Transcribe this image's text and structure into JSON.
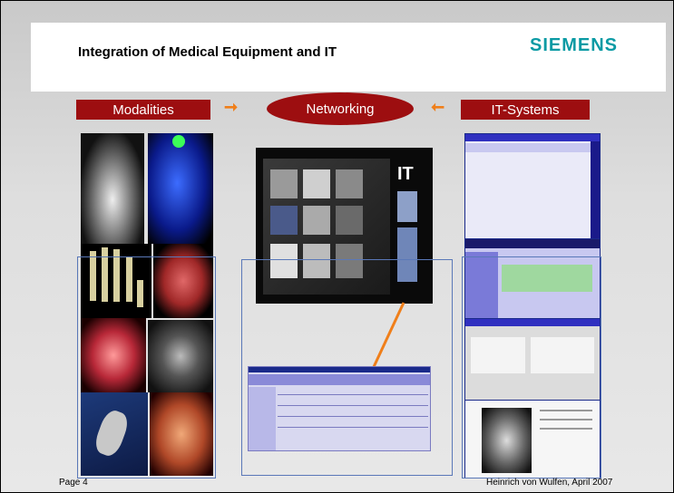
{
  "slide": {
    "title": "Integration of Medical Equipment and IT",
    "logo": "SIEMENS",
    "boxes": {
      "left": "Modalities",
      "center": "Networking",
      "right": "IT-Systems"
    },
    "it_label": "IT",
    "footer": {
      "page": "Page 4",
      "author": "Heinrich von Wulfen,  April 2007"
    },
    "colors": {
      "box": "#9d0e10",
      "arrow": "#f07f1a",
      "logo": "#0a9aa4",
      "frame": "#5a78b8"
    }
  }
}
